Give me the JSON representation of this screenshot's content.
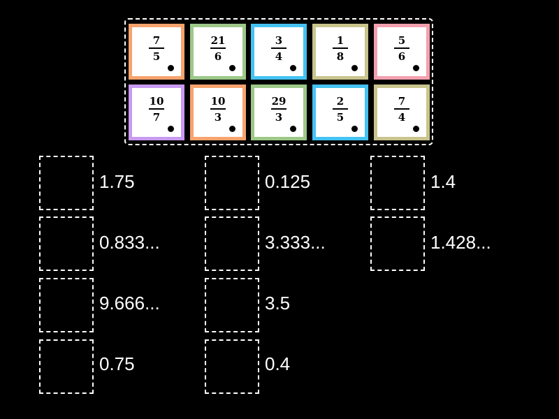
{
  "colors": {
    "orange": "#f6a36d",
    "green": "#9dc888",
    "blue": "#44c2f2",
    "olive": "#c8c48c",
    "pink": "#f3a0ae",
    "purple": "#c89af0"
  },
  "cards": [
    {
      "num": "7",
      "den": "5",
      "color": "orange"
    },
    {
      "num": "21",
      "den": "6",
      "color": "green"
    },
    {
      "num": "3",
      "den": "4",
      "color": "blue"
    },
    {
      "num": "1",
      "den": "8",
      "color": "olive"
    },
    {
      "num": "5",
      "den": "6",
      "color": "pink"
    },
    {
      "num": "10",
      "den": "7",
      "color": "purple"
    },
    {
      "num": "10",
      "den": "3",
      "color": "orange"
    },
    {
      "num": "29",
      "den": "3",
      "color": "green"
    },
    {
      "num": "2",
      "den": "5",
      "color": "blue"
    },
    {
      "num": "7",
      "den": "4",
      "color": "olive"
    }
  ],
  "targets": [
    {
      "label": "1.75"
    },
    {
      "label": "0.833..."
    },
    {
      "label": "9.666..."
    },
    {
      "label": "0.75"
    },
    {
      "label": "0.125"
    },
    {
      "label": "3.333..."
    },
    {
      "label": "3.5"
    },
    {
      "label": "0.4"
    },
    {
      "label": "1.4"
    },
    {
      "label": "1.428..."
    }
  ]
}
